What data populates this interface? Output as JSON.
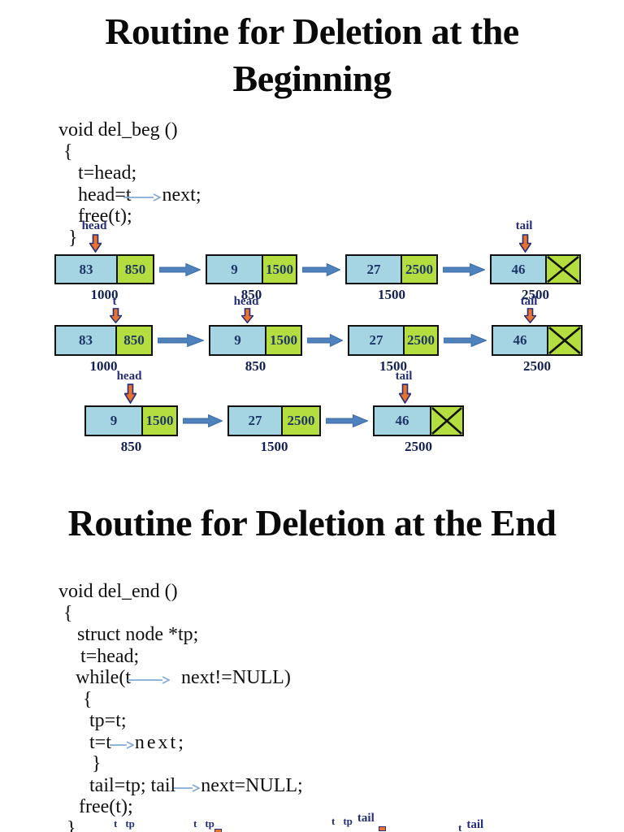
{
  "section1": {
    "title_line1": "Routine for Deletion at the",
    "title_line2": "Beginning"
  },
  "section2": {
    "title": "Routine for Deletion at the End"
  },
  "code_blocks": [
    {
      "name": "del_beg",
      "lines": [
        [
          {
            "text": "void del_beg ()"
          }
        ],
        [
          {
            "text": "{"
          }
        ],
        [
          {
            "text": "t=head;"
          }
        ],
        [
          {
            "text": "head=t"
          },
          {
            "arrow": true
          },
          {
            "text": "next;"
          }
        ],
        [
          {
            "text": "free(t);"
          }
        ],
        [
          {
            "text": "}"
          }
        ]
      ]
    },
    {
      "name": "del_end",
      "lines": [
        [
          {
            "text": "void del_end ()"
          }
        ],
        [
          {
            "text": "{"
          }
        ],
        [
          {
            "text": "struct node *tp;"
          }
        ],
        [
          {
            "text": "t=head;"
          }
        ],
        [
          {
            "text": "while(t"
          },
          {
            "arrow": true
          },
          {
            "text": "next!=NULL)"
          }
        ],
        [
          {
            "text": "{"
          }
        ],
        [
          {
            "text": "tp=t;"
          }
        ],
        [
          {
            "text": "t=t"
          },
          {
            "arrow": true
          },
          {
            "text": "next;",
            "spaced": true
          }
        ],
        [
          {
            "text": "}"
          }
        ],
        [
          {
            "text": "tail=tp; tail"
          },
          {
            "arrow": true
          },
          {
            "text": "next=NULL;"
          }
        ],
        [
          {
            "text": "free(t);"
          }
        ],
        [
          {
            "text": "}"
          }
        ]
      ]
    }
  ],
  "diagram": {
    "rows": [
      {
        "nodes": [
          {
            "value": "83",
            "pointer": "850",
            "address": "1000",
            "crossed": false,
            "label": "head"
          },
          {
            "value": "9",
            "pointer": "1500",
            "address": "850",
            "crossed": false,
            "label": null
          },
          {
            "value": "27",
            "pointer": "2500",
            "address": "1500",
            "crossed": false,
            "label": null
          },
          {
            "value": "46",
            "pointer": null,
            "address": "2500",
            "crossed": true,
            "label": "tail"
          }
        ]
      },
      {
        "nodes": [
          {
            "value": "83",
            "pointer": "850",
            "address": "1000",
            "crossed": false,
            "label": "t"
          },
          {
            "value": "9",
            "pointer": "1500",
            "address": "850",
            "crossed": false,
            "label": "head"
          },
          {
            "value": "27",
            "pointer": "2500",
            "address": "1500",
            "crossed": false,
            "label": null
          },
          {
            "value": "46",
            "pointer": null,
            "address": "2500",
            "crossed": true,
            "label": "tail"
          }
        ]
      },
      {
        "nodes": [
          {
            "value": "9",
            "pointer": "1500",
            "address": "850",
            "crossed": false,
            "label": "head"
          },
          {
            "value": "27",
            "pointer": "2500",
            "address": "1500",
            "crossed": false,
            "label": null
          },
          {
            "value": "46",
            "pointer": null,
            "address": "2500",
            "crossed": true,
            "label": "tail"
          }
        ]
      }
    ]
  },
  "bottom_labels": [
    {
      "items": [
        "t",
        "tp"
      ]
    },
    {
      "items": [
        "t",
        "tp"
      ]
    },
    {
      "items": [
        "t",
        "tp",
        "tail"
      ]
    },
    {
      "items": [
        "t",
        "tail"
      ]
    }
  ],
  "colors": {
    "data_cell": "#a5d5e2",
    "pointer_cell": "#b4dd3f",
    "border": "#111111",
    "label_text": "#252e7a",
    "value_text": "#1d3667",
    "address_text": "#132052",
    "connector_arrow": "#4f81bd",
    "code_arrow": "#85aad6",
    "pointer_arrow_fill": "#e8722e"
  }
}
